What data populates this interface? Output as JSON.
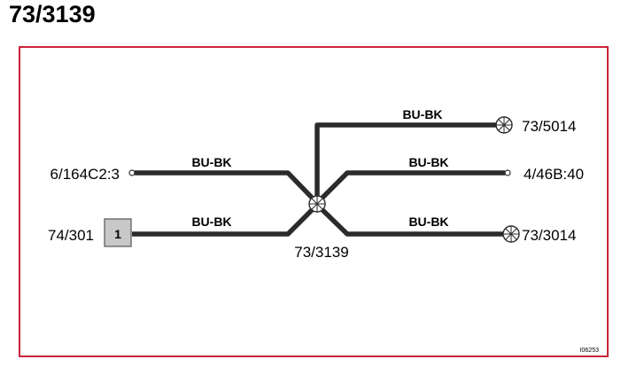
{
  "title": "73/3139",
  "splice": {
    "label": "73/3139"
  },
  "wires": [
    {
      "label": "BU-BK"
    },
    {
      "label": "BU-BK"
    },
    {
      "label": "BU-BK"
    },
    {
      "label": "BU-BK"
    },
    {
      "label": "BU-BK"
    }
  ],
  "endpoints": {
    "left_top": "6/164C2:3",
    "left_bottom": "74/301",
    "connector_pin": "1",
    "right_top": "73/5014",
    "right_middle": "4/46B:40",
    "right_bottom": "73/3014"
  },
  "reference_code": "I06253",
  "colors": {
    "frame": "#c8243a",
    "wire": "#2b2b2b",
    "connector_fill": "#c8c8c8"
  }
}
